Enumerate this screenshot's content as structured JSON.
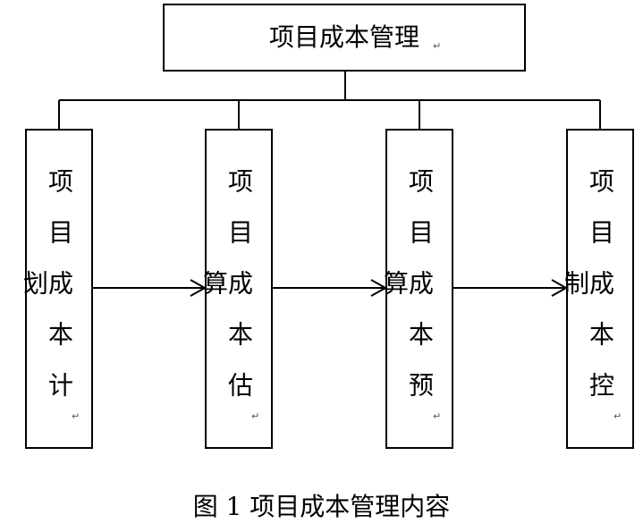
{
  "diagram": {
    "root": {
      "label": "项目成本管理"
    },
    "children": [
      {
        "label": "项目成本计划"
      },
      {
        "label": "项目成本估算"
      },
      {
        "label": "项目成本预算"
      },
      {
        "label": "项目成本控制"
      }
    ],
    "caption": "图 1 项目成本管理内容",
    "paragraph_mark": "↵",
    "colors": {
      "line": "#000000",
      "background": "#ffffff"
    }
  }
}
